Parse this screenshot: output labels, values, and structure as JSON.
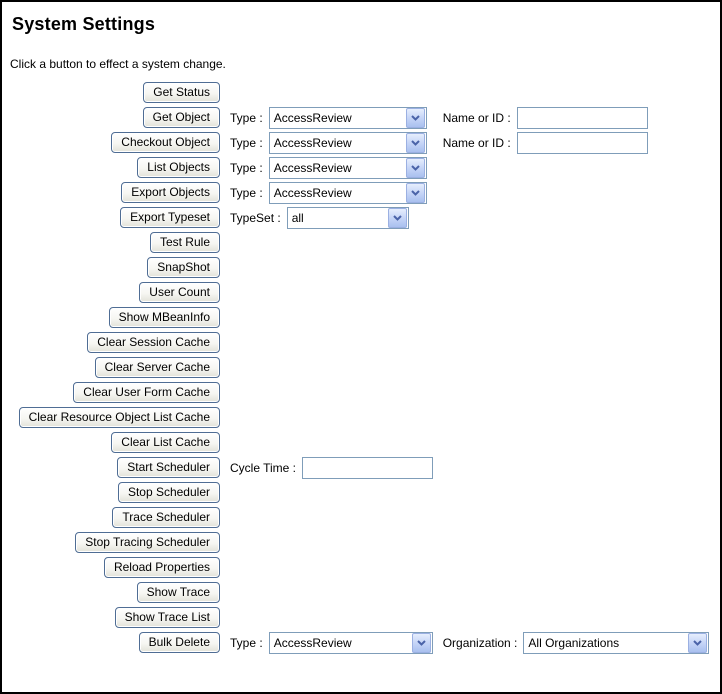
{
  "page": {
    "title": "System Settings",
    "subtitle": "Click a button to effect a system change."
  },
  "colors": {
    "page_border": "#000000",
    "button_border": "#4f6d94",
    "field_border": "#7f9db9",
    "select_arrow_fill": "#c6d5f7",
    "select_arrow_chevron": "#4a63a8"
  },
  "icons": {
    "select_dropdown": "chevron-down-icon"
  },
  "rows": [
    {
      "button": "Get Status"
    },
    {
      "button": "Get Object",
      "type_label": "Type :",
      "type_value": "AccessReview",
      "name_label": "Name or ID :",
      "name_value": ""
    },
    {
      "button": "Checkout Object",
      "type_label": "Type :",
      "type_value": "AccessReview",
      "name_label": "Name or ID :",
      "name_value": ""
    },
    {
      "button": "List Objects",
      "type_label": "Type :",
      "type_value": "AccessReview"
    },
    {
      "button": "Export Objects",
      "type_label": "Type :",
      "type_value": "AccessReview"
    },
    {
      "button": "Export Typeset",
      "typeset_label": "TypeSet :",
      "typeset_value": "all"
    },
    {
      "button": "Test Rule"
    },
    {
      "button": "SnapShot"
    },
    {
      "button": "User Count"
    },
    {
      "button": "Show MBeanInfo"
    },
    {
      "button": "Clear Session Cache"
    },
    {
      "button": "Clear Server Cache"
    },
    {
      "button": "Clear User Form Cache"
    },
    {
      "button": "Clear Resource Object List Cache"
    },
    {
      "button": "Clear List Cache"
    },
    {
      "button": "Start Scheduler",
      "cycle_label": "Cycle Time :",
      "cycle_value": ""
    },
    {
      "button": "Stop Scheduler"
    },
    {
      "button": "Trace Scheduler"
    },
    {
      "button": "Stop Tracing Scheduler"
    },
    {
      "button": "Reload Properties"
    },
    {
      "button": "Show Trace"
    },
    {
      "button": "Show Trace List"
    },
    {
      "button": "Bulk Delete",
      "type_label": "Type :",
      "type_value": "AccessReview",
      "org_label": "Organization :",
      "org_value": "All Organizations"
    }
  ]
}
